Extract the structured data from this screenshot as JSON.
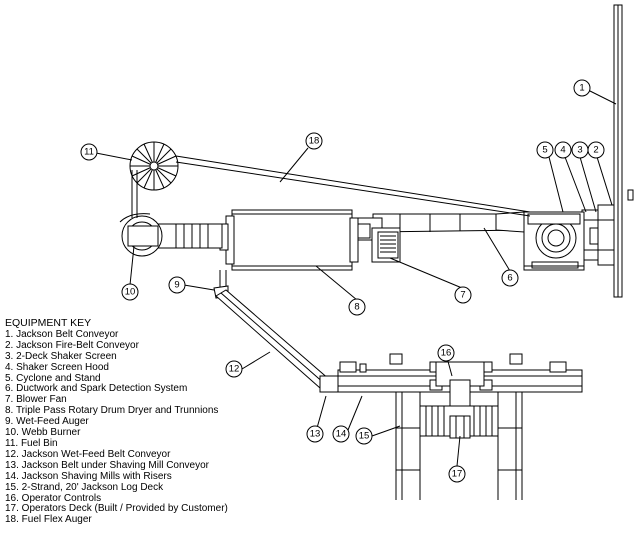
{
  "key": {
    "title": "EQUIPMENT KEY",
    "items": [
      "1.  Jackson Belt Conveyor",
      "2.  Jackson Fire-Belt Conveyor",
      "3.  2-Deck Shaker Screen",
      "4.  Shaker Screen Hood",
      "5.  Cyclone and Stand",
      "6.  Ductwork and Spark Detection System",
      "7.  Blower Fan",
      "8.  Triple Pass Rotary Drum Dryer and Trunnions",
      "9.  Wet-Feed Auger",
      "10. Webb Burner",
      "11. Fuel Bin",
      "12. Jackson Wet-Feed Belt Conveyor",
      "13. Jackson Belt under Shaving Mill Conveyor",
      "14. Jackson Shaving Mills with Risers",
      "15. 2-Strand, 20' Jackson Log Deck",
      "16. Operator Controls",
      "17. Operators Deck (Built / Provided by Customer)",
      "18. Fuel Flex Auger"
    ]
  },
  "callouts": [
    "1",
    "2",
    "3",
    "4",
    "5",
    "6",
    "7",
    "8",
    "9",
    "10",
    "11",
    "12",
    "13",
    "14",
    "15",
    "16",
    "17",
    "18"
  ]
}
